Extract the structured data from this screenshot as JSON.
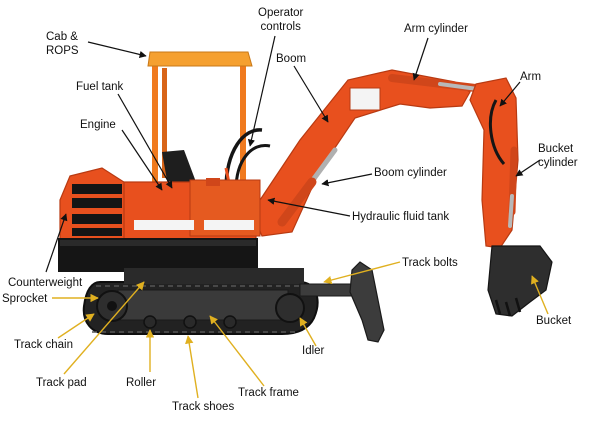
{
  "diagram": {
    "labels": {
      "cab_rops": "Cab &\nROPS",
      "operator_controls": "Operator\ncontrols",
      "arm_cylinder": "Arm cylinder",
      "boom": "Boom",
      "arm": "Arm",
      "fuel_tank": "Fuel tank",
      "engine": "Engine",
      "bucket_cylinder": "Bucket\ncylinder",
      "boom_cylinder": "Boom cylinder",
      "hydraulic_fluid_tank": "Hydraulic fluid tank",
      "track_bolts": "Track bolts",
      "counterweight": "Counterweight",
      "sprocket": "Sprocket",
      "bucket": "Bucket",
      "track_chain": "Track chain",
      "idler": "Idler",
      "track_pad": "Track pad",
      "roller": "Roller",
      "track_frame": "Track frame",
      "track_shoes": "Track shoes"
    },
    "colors": {
      "body": "#e8501e",
      "body_dark": "#b83a12",
      "rops": "#f07a1e",
      "canopy": "#f5a030",
      "track": "#222222",
      "undercarriage": "#3a3a3a",
      "blade": "#3c3c3c",
      "window_white": "#f4f4f4",
      "black_trim": "#151515",
      "leader_black": "#111111",
      "leader_yellow": "#e0b020"
    }
  }
}
